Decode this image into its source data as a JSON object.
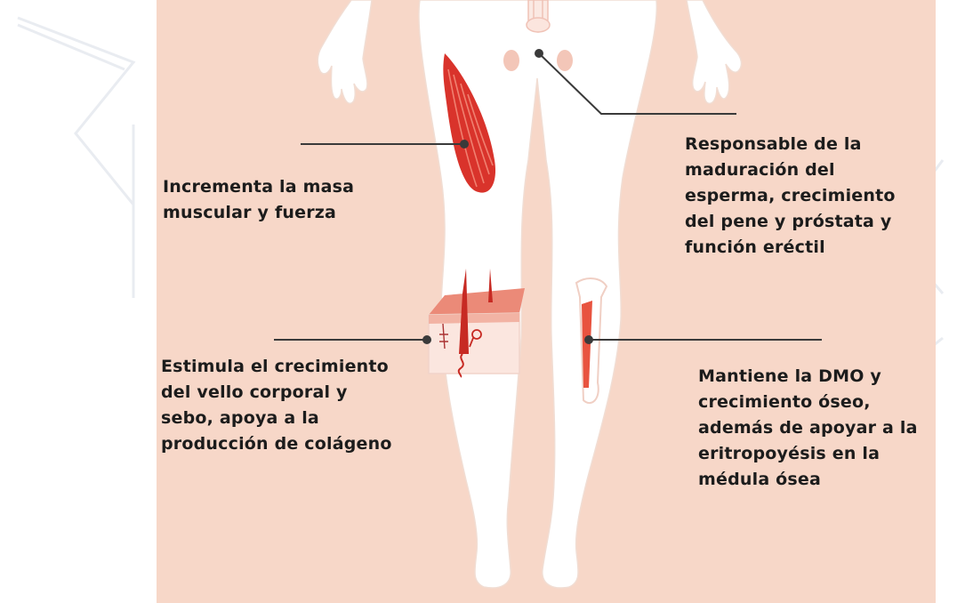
{
  "colors": {
    "panel_background": "#f7d7c8",
    "body_fill": "#ffffff",
    "body_outline": "#f3e2da",
    "muscle": "#d9332b",
    "muscle_light": "#f08070",
    "skin_layer": "#eb8a78",
    "gland": "#f0c2b6",
    "leader_line": "#3a3a3a"
  },
  "icons": {
    "muscle": "thigh-muscle-icon",
    "genitals": "reproductive-organ-icon",
    "skin": "skin-cross-section-icon",
    "bone": "tibia-bone-icon",
    "marker": "dot-marker-icon"
  },
  "annotations": {
    "muscle": {
      "lines": [
        "Incrementa la masa",
        "muscular y fuerza"
      ]
    },
    "sperm": {
      "lines": [
        "Responsable de la",
        "maduración del",
        "esperma, crecimiento",
        "del pene y próstata y",
        "función eréctil"
      ]
    },
    "hair": {
      "lines": [
        "Estimula el crecimiento",
        "del vello corporal y",
        "sebo, apoya a la",
        "producción de colágeno"
      ]
    },
    "bone": {
      "lines": [
        "Mantiene la DMO y",
        "crecimiento óseo,",
        "además de apoyar a la",
        "eritropoyésis en la",
        "médula ósea"
      ]
    }
  }
}
